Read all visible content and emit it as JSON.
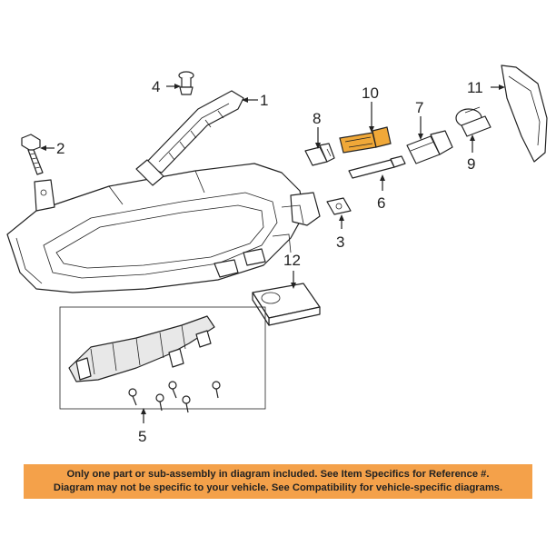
{
  "callouts": {
    "c1": "1",
    "c2": "2",
    "c3": "3",
    "c4": "4",
    "c5": "5",
    "c6": "6",
    "c7": "7",
    "c8": "8",
    "c9": "9",
    "c10": "10",
    "c11": "11",
    "c12": "12"
  },
  "highlight_color": "#f0a838",
  "banner": {
    "background": "#f4a14a",
    "line1": "Only one part or sub-assembly in diagram included. See Item Specifics for Reference #.",
    "line2": "Diagram may not be specific to your vehicle. See Compatibility for vehicle-specific diagrams."
  }
}
